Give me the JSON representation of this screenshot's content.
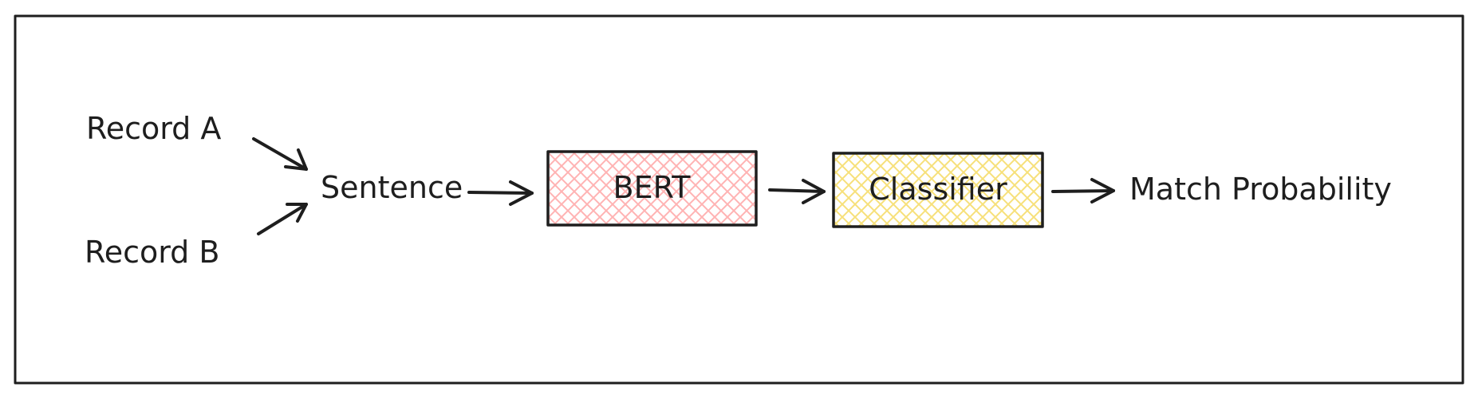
{
  "diagram": {
    "inputs": [
      {
        "id": "record-a",
        "label": "Record A"
      },
      {
        "id": "record-b",
        "label": "Record B"
      }
    ],
    "sentence": {
      "label": "Sentence"
    },
    "bert": {
      "label": "BERT",
      "fill": "#ffc9c9"
    },
    "classifier": {
      "label": "Classifier",
      "fill": "#ffec99"
    },
    "output": {
      "label": "Match Probability"
    },
    "colors": {
      "stroke": "#1e1e1e",
      "background": "#ffffff"
    }
  }
}
